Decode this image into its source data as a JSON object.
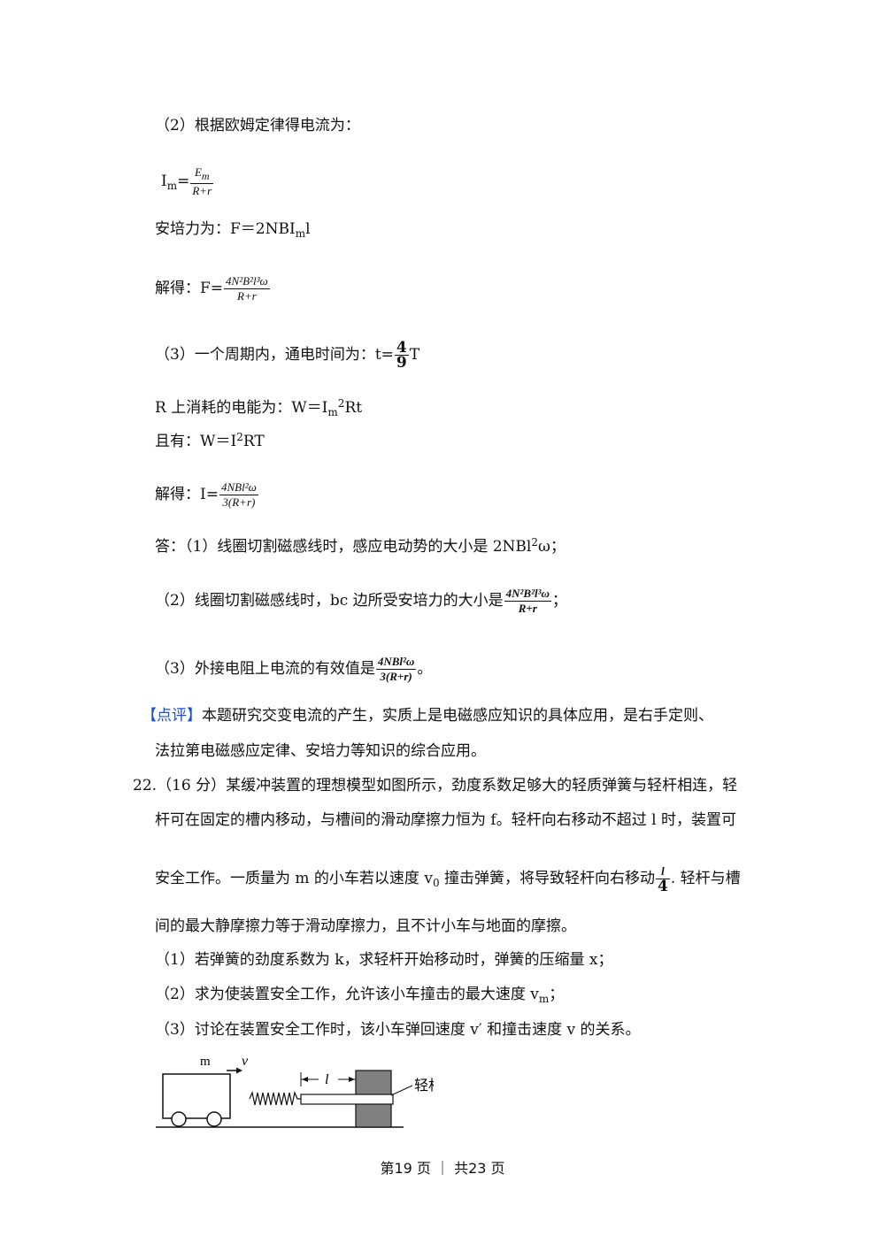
{
  "lines": {
    "l1": "（2）根据欧姆定律得电流为：",
    "l2_lhs": "I",
    "l2_sub": "m",
    "l2_eq": "=",
    "l2_num": "E",
    "l2_num_sub": "m",
    "l2_den": "R+r",
    "l3_a": "安培力为：F＝2NBI",
    "l3_sub": "m",
    "l3_b": "l",
    "l4_a": "解得：F=",
    "l4_num": "4N²B²l³ω",
    "l4_den": "R+r",
    "l5_a": "（3）一个周期内，通电时间为：t=",
    "l5_num": "4",
    "l5_den": "9",
    "l5_b": "T",
    "l6_a": "R  上消耗的电能为：W＝I",
    "l6_sub": "m",
    "l6_sup": "2",
    "l6_b": "Rt",
    "l7_a": "且有：W＝I",
    "l7_sup": "2",
    "l7_b": "RT",
    "l8_a": "解得：I=",
    "l8_num": "4NBl²ω",
    "l8_den": "3(R+r)",
    "l9_a": "答：（1）线圈切割磁感线时，感应电动势的大小是 2NBl",
    "l9_sup": "2",
    "l9_b": "ω；",
    "l10_a": "（2）线圈切割磁感线时，bc 边所受安培力的大小是",
    "l10_num": "4N²B²l³ω",
    "l10_den": "R+r",
    "l10_b": "；",
    "l11_a": "（3）外接电阻上电流的有效值是",
    "l11_num": "4NBl²ω",
    "l11_den": "3(R+r)",
    "l11_b": "。",
    "l12_tag": "【点评】",
    "l12_text": "本题研究交变电流的产生，实质上是电磁感应知识的具体应用，是右手定则、",
    "l13": "法拉第电磁感应定律、安培力等知识的综合应用。",
    "q22_num": "22.",
    "q22_l1": "（16 分）某缓冲装置的理想模型如图所示，劲度系数足够大的轻质弹簧与轻杆相连，轻",
    "q22_l2": "杆可在固定的槽内移动，与槽间的滑动摩擦力恒为 f。轻杆向右移动不超过 l 时，装置可",
    "q22_l3_a": "安全工作。一质量为 m 的小车若以速度 v",
    "q22_l3_sub": "0",
    "q22_l3_b": " 撞击弹簧，将导致轻杆向右移动",
    "q22_l3_num": "l",
    "q22_l3_den": "4",
    "q22_l3_c": ". 轻杆与槽",
    "q22_l4": "间的最大静摩擦力等于滑动摩擦力，且不计小车与地面的摩擦。",
    "q22_p1": "（1）若弹簧的劲度系数为 k，求轻杆开始移动时，弹簧的压缩量 x；",
    "q22_p2_a": "（2）求为使装置安全工作，允许该小车撞击的最大速度 v",
    "q22_p2_sub": "m",
    "q22_p2_b": "；",
    "q22_p3": "（3）讨论在装置安全工作时，该小车弹回速度 v′ 和撞击速度 v 的关系。"
  },
  "figure": {
    "mass_label": "m",
    "velocity_label": "v",
    "length_label": "l",
    "rod_label": "轻杆"
  },
  "footer": "第19 页 ｜ 共23 页"
}
